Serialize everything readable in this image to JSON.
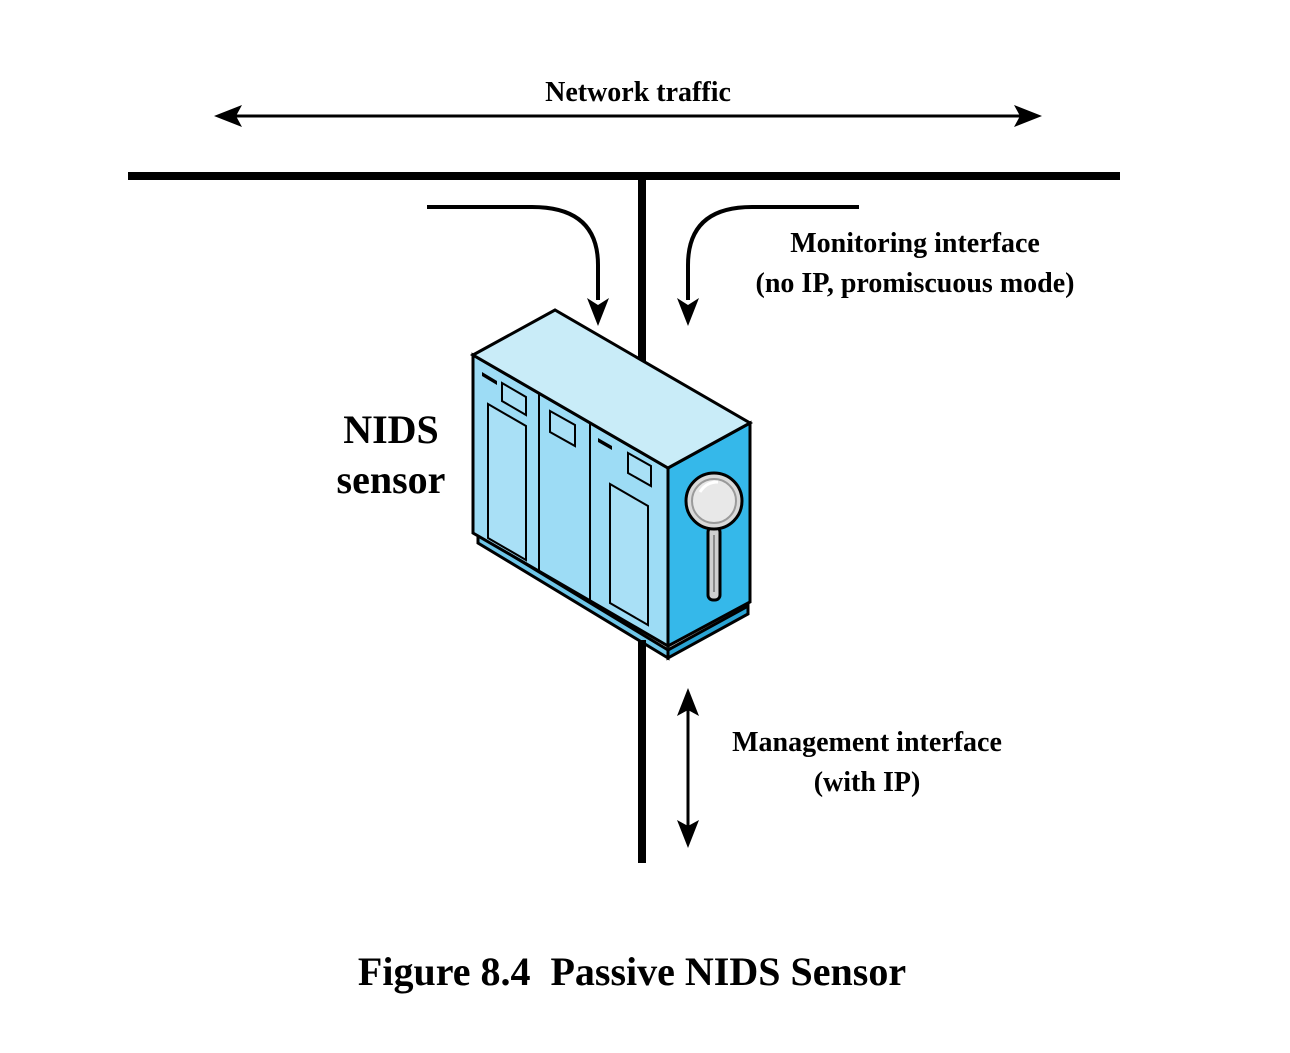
{
  "labels": {
    "network_traffic": "Network traffic",
    "monitoring_line1": "Monitoring interface",
    "monitoring_line2": "(no IP, promiscuous mode)",
    "nids_line1": "NIDS",
    "nids_line2": "sensor",
    "management_line1": "Management interface",
    "management_line2": "(with IP)"
  },
  "caption": {
    "text": "Figure 8.4  Passive NIDS Sensor"
  },
  "colors": {
    "line": "#000000",
    "device_top": "#c9ecf8",
    "device_front": "#9ddcf5",
    "device_side": "#35b8ea",
    "magnifier_lens": "#d9d9d9",
    "magnifier_handle": "#cfcfcf"
  },
  "icons": {
    "device": "nids-sensor-cabinet-icon",
    "magnifier": "magnifying-glass-icon"
  }
}
